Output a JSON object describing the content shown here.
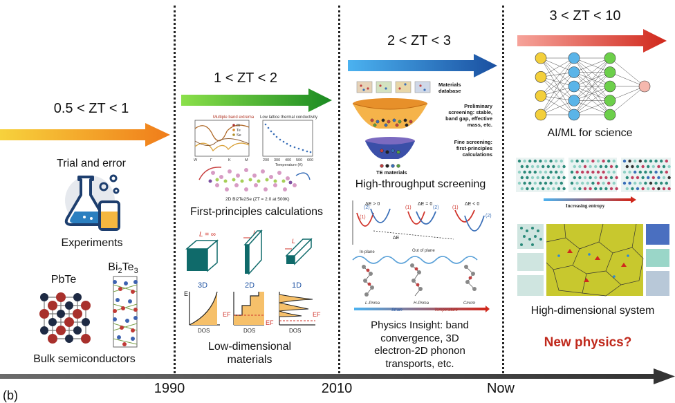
{
  "corner_label": "(b)",
  "timeline": {
    "ticks": [
      "1990",
      "2010",
      "Now"
    ]
  },
  "eras": [
    {
      "zt": "0.5 < ZT < 1",
      "labels": [
        "Trial and error",
        "Experiments",
        "Bulk semiconductors"
      ],
      "materials": [
        "PbTe",
        "Bi2Te3"
      ]
    },
    {
      "zt": "1 < ZT < 2",
      "labels": [
        "First-principles calculations",
        "Low-dimensional\nmaterials"
      ]
    },
    {
      "zt": "2 < ZT < 3",
      "labels": [
        "High-throughput screening",
        "Physics Insight: band\nconvergence, 3D\nelectron-2D phonon\ntransports, etc."
      ]
    },
    {
      "zt": "3 < ZT < 10",
      "labels": [
        "AI/ML for science",
        "High-dimensional system",
        "New physics?"
      ]
    }
  ],
  "first_principles_figure": {
    "left_title": "Multiple band extrema",
    "right_title": "Low lattice thermal conductivity",
    "legend": [
      "Bi",
      "Te",
      "Se"
    ],
    "k_labels": [
      "W",
      "Γ",
      "K",
      "M"
    ],
    "x_axis_label": "Temperature (K)",
    "x_ticks": [
      "200",
      "300",
      "400",
      "500",
      "600"
    ],
    "caption": "2D Bi2Te2Se (ZT = 2.0 at 500K)"
  },
  "low_dim_figure": {
    "lengths": [
      "L = ∞",
      "L",
      "L"
    ],
    "dims": [
      "3D",
      "2D",
      "1D"
    ],
    "axis_e": "E",
    "axis_dos": "DOS",
    "fermi": "EF"
  },
  "screening_figure": {
    "database": "Materials\ndatabase",
    "preliminary": "Preliminary\nscreening: stable,\nband gap, effective\nmass, etc.",
    "fine": "Fine screening:\nfirst-principles\ncalculations",
    "output": "TE materials"
  },
  "band_figure": {
    "panels": [
      "ΔE > 0",
      "ΔE = 0",
      "ΔE < 0"
    ],
    "delta": "ΔE",
    "labels": [
      "(1)",
      "(2)"
    ]
  },
  "phonon_figure": {
    "labels": [
      "In-plane",
      "Out of plane",
      "L-Pnma",
      "H-Pnma",
      "Cmcm",
      "Strain",
      "Temperature"
    ]
  },
  "entropy_figure": {
    "label": "Increasing entropy"
  },
  "colors": {
    "arrow1": [
      "#f7d23c",
      "#f07c1a"
    ],
    "arrow2": [
      "#8be04a",
      "#1a8a22"
    ],
    "arrow3": [
      "#4bb2f0",
      "#1a4fa0"
    ],
    "arrow4": [
      "#f6a39a",
      "#d0281c"
    ],
    "new_physics": "#c0291c",
    "timeline": "#555555"
  }
}
